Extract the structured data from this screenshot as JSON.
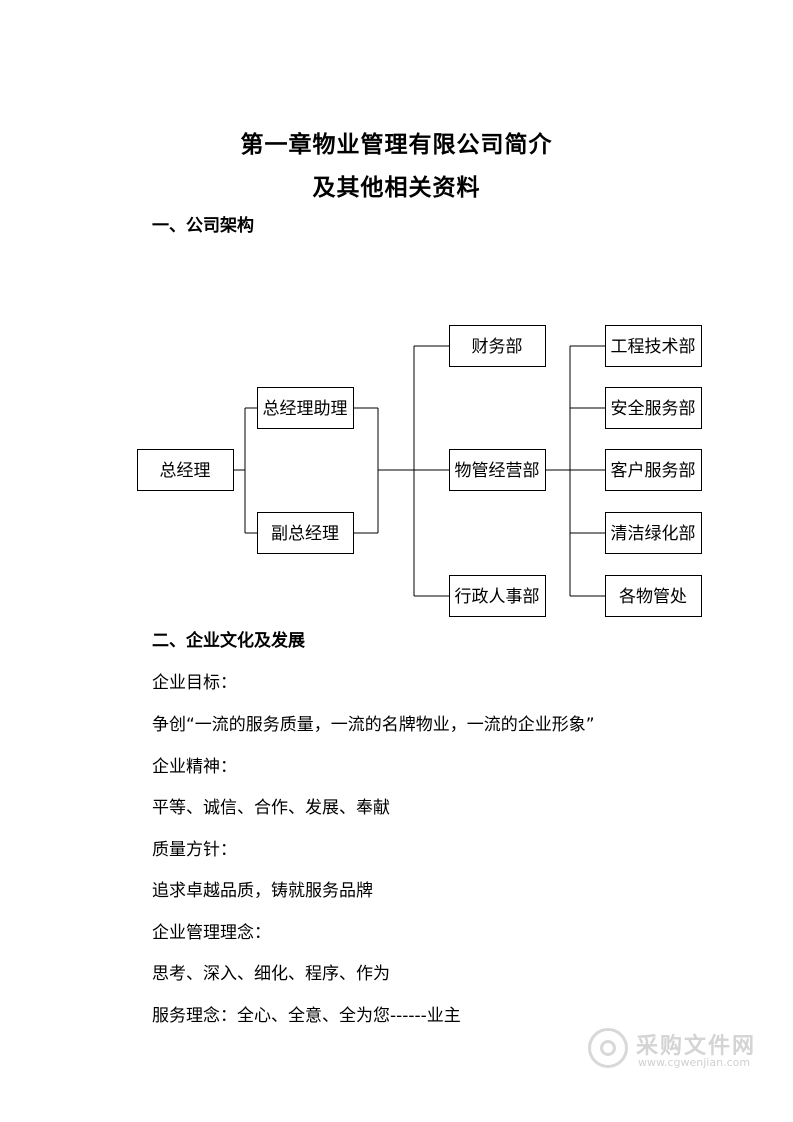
{
  "document": {
    "title_line1": "第一章物业管理有限公司简介",
    "title_line2": "及其他相关资料",
    "section1_heading": "一、公司架构",
    "section2_heading": "二、企业文化及发展"
  },
  "org_chart": {
    "general_manager": "总经理",
    "gm_assistant": "总经理助理",
    "deputy_gm": "副总经理",
    "finance_dept": "财务部",
    "property_ops_dept": "物管经营部",
    "admin_hr_dept": "行政人事部",
    "engineering_dept": "工程技术部",
    "security_dept": "安全服务部",
    "customer_service_dept": "客户服务部",
    "cleaning_greening_dept": "清洁绿化部",
    "property_offices": "各物管处"
  },
  "culture": {
    "goal_label": "企业目标：",
    "goal_text": "争创“一流的服务质量，一流的名牌物业，一流的企业形象”",
    "spirit_label": "企业精神：",
    "spirit_text": "平等、诚信、合作、发展、奉献",
    "quality_label": "质量方针：",
    "quality_text": "追求卓越品质，铸就服务品牌",
    "mgmt_label": "企业管理理念：",
    "mgmt_text": "思考、深入、细化、程序、作为",
    "service_text": "服务理念：全心、全意、全为您------业主"
  },
  "watermark": {
    "title": "采购文件网",
    "url": "www.cgwenjian.com"
  }
}
